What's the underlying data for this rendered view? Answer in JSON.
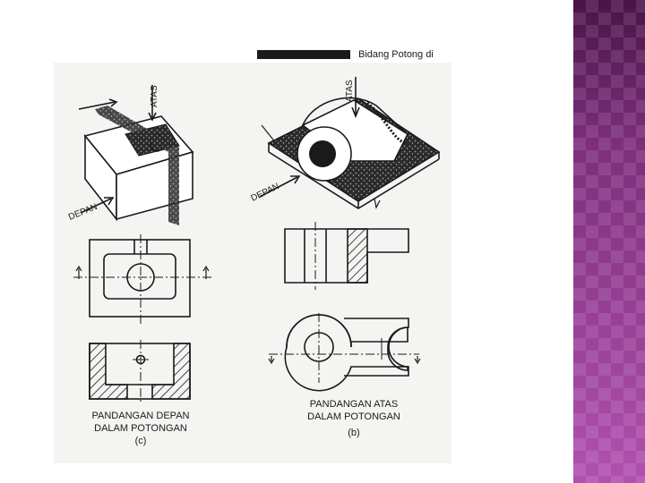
{
  "header": {
    "caption": "Bidang Potong di"
  },
  "figure_c": {
    "direction_top": "ATAS",
    "direction_front": "DEPAN",
    "caption_line1": "PANDANGAN DEPAN",
    "caption_line2": "DALAM POTONGAN",
    "caption_letter": "(c)"
  },
  "figure_b": {
    "direction_top": "ATAS",
    "direction_front": "DEPAN",
    "caption_line1": "PANDANGAN ATAS",
    "caption_line2": "DALAM POTONGAN",
    "caption_letter": "(b)"
  },
  "colors": {
    "accent_band": "#8e3a8c",
    "ink": "#1a1a1a",
    "paper": "#f4f4f2"
  }
}
